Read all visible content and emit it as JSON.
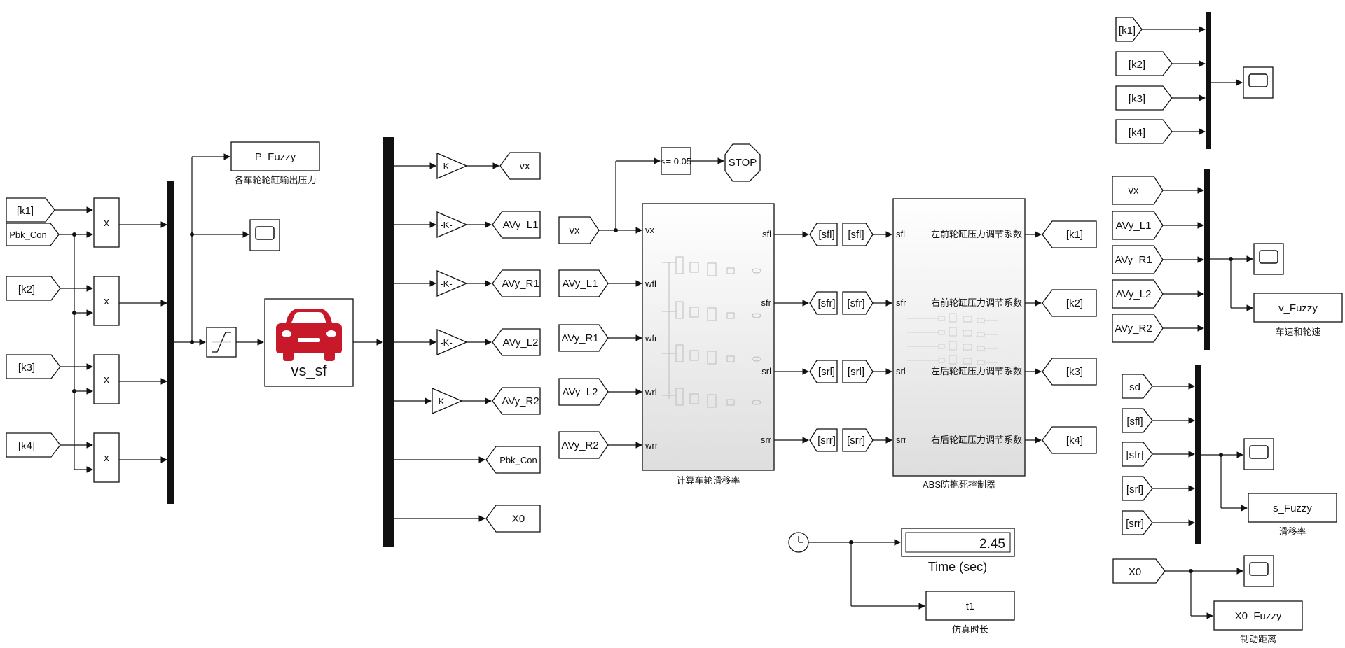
{
  "from_tags_left": [
    "[k1]",
    "[k2]",
    "[k3]",
    "[k4]"
  ],
  "pbk_con_from": "Pbk_Con",
  "product_label": "x",
  "p_fuzzy": {
    "name": "P_Fuzzy",
    "caption": "各车轮轮缸输出压力"
  },
  "vehicle_block": {
    "label": "vs_sf",
    "icon": "car-icon",
    "color": "#c8192a"
  },
  "gain_label": "-K-",
  "goto_tags_vehicle": [
    "vx",
    "AVy_L1",
    "AVy_R1",
    "AVy_L2",
    "AVy_R2",
    "Pbk_Con",
    "X0"
  ],
  "compare_label": "<= 0.05",
  "stop_label": "STOP",
  "slip_inputs": [
    "vx",
    "AVy_L1",
    "AVy_R1",
    "AVy_L2",
    "AVy_R2"
  ],
  "slip_block": {
    "in_ports": [
      "vx",
      "wfl",
      "wfr",
      "wrl",
      "wrr"
    ],
    "out_ports": [
      "sfl",
      "sfr",
      "srl",
      "srr"
    ],
    "caption": "计算车轮滑移率"
  },
  "slip_goto": [
    "[sfl]",
    "[sfr]",
    "[srl]",
    "[srr]"
  ],
  "slip_from": [
    "[sfl]",
    "[sfr]",
    "[srl]",
    "[srr]"
  ],
  "abs_block": {
    "in_ports": [
      "sfl",
      "sfr",
      "srl",
      "srr"
    ],
    "out_ports": [
      "左前轮缸压力调节系数",
      "右前轮缸压力调节系数",
      "左后轮缸压力调节系数",
      "右后轮缸压力调节系数"
    ],
    "caption": "ABS防抱死控制器"
  },
  "k_goto": [
    "[k1]",
    "[k2]",
    "[k3]",
    "[k4]"
  ],
  "top_right_from": [
    "[k1]",
    "[k2]",
    "[k3]",
    "[k4]"
  ],
  "speed_from": [
    "vx",
    "AVy_L1",
    "AVy_R1",
    "AVy_L2",
    "AVy_R2"
  ],
  "v_fuzzy": {
    "name": "v_Fuzzy",
    "caption": "车速和轮速"
  },
  "slip_from_right": [
    "sd",
    "[sfl]",
    "[sfr]",
    "[srl]",
    "[srr]"
  ],
  "s_fuzzy": {
    "name": "s_Fuzzy",
    "caption": "滑移率"
  },
  "x0_from": "X0",
  "x0_fuzzy": {
    "name": "X0_Fuzzy",
    "caption": "制动距离"
  },
  "display": {
    "value": "2.45",
    "caption": "Time (sec)"
  },
  "t1": {
    "name": "t1",
    "caption": "仿真时长"
  }
}
